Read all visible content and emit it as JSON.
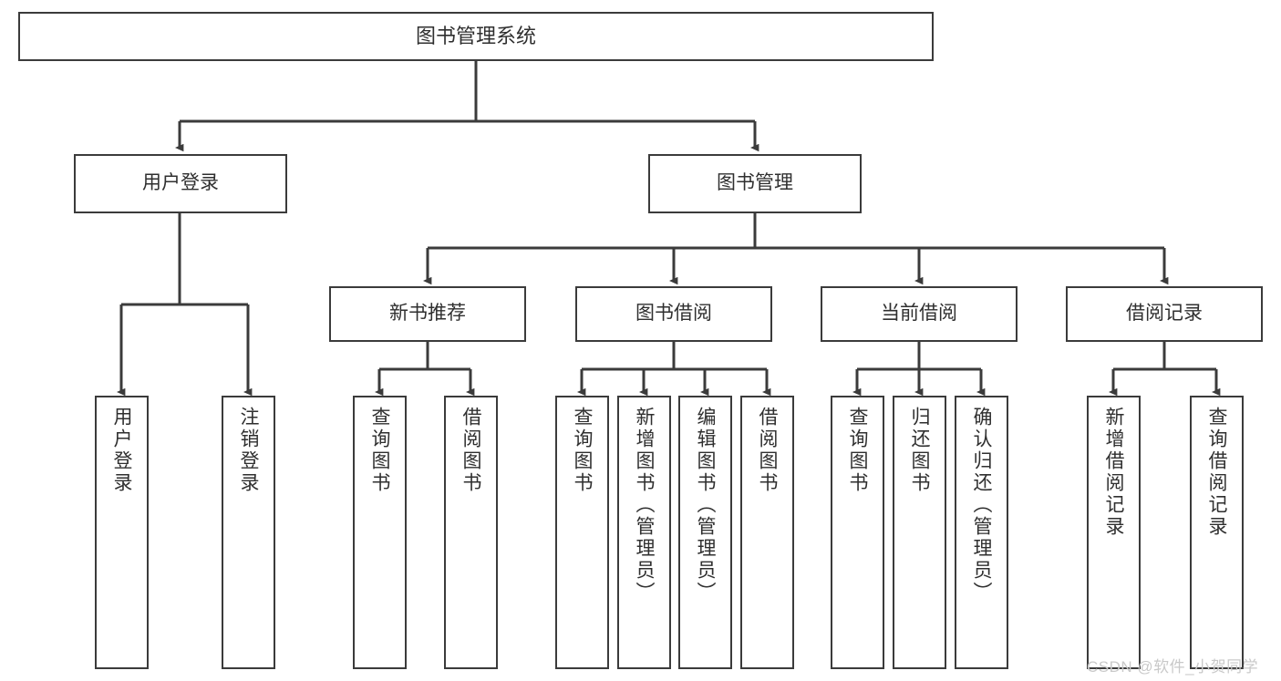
{
  "diagram": {
    "title_text": "图书管理系统",
    "type": "tree",
    "colors": {
      "box_border": "#3b3b3b",
      "box_fill": "#ffffff",
      "connector": "#3b3b3b",
      "text": "#2f2f2f",
      "watermark": "#c9c9c9",
      "background": "#ffffff"
    },
    "root": {
      "label": "图书管理系统"
    },
    "level2": [
      {
        "label": "用户登录"
      },
      {
        "label": "图书管理"
      }
    ],
    "level3": [
      {
        "label": "新书推荐"
      },
      {
        "label": "图书借阅"
      },
      {
        "label": "当前借阅"
      },
      {
        "label": "借阅记录"
      }
    ],
    "leaves": {
      "user_login": [
        {
          "label": "用户登录"
        },
        {
          "label": "注销登录"
        }
      ],
      "new_book_recommend": [
        {
          "label": "查询图书"
        },
        {
          "label": "借阅图书"
        }
      ],
      "book_borrow": [
        {
          "label": "查询图书"
        },
        {
          "label": "新增图书（管理员）"
        },
        {
          "label": "编辑图书（管理员）"
        },
        {
          "label": "借阅图书"
        }
      ],
      "current_borrow": [
        {
          "label": "查询图书"
        },
        {
          "label": "归还图书"
        },
        {
          "label": "确认归还（管理员）"
        }
      ],
      "borrow_record": [
        {
          "label": "新增借阅记录"
        },
        {
          "label": "查询借阅记录"
        }
      ]
    }
  },
  "watermark": {
    "text": "CSDN @软件_小贺同学"
  }
}
